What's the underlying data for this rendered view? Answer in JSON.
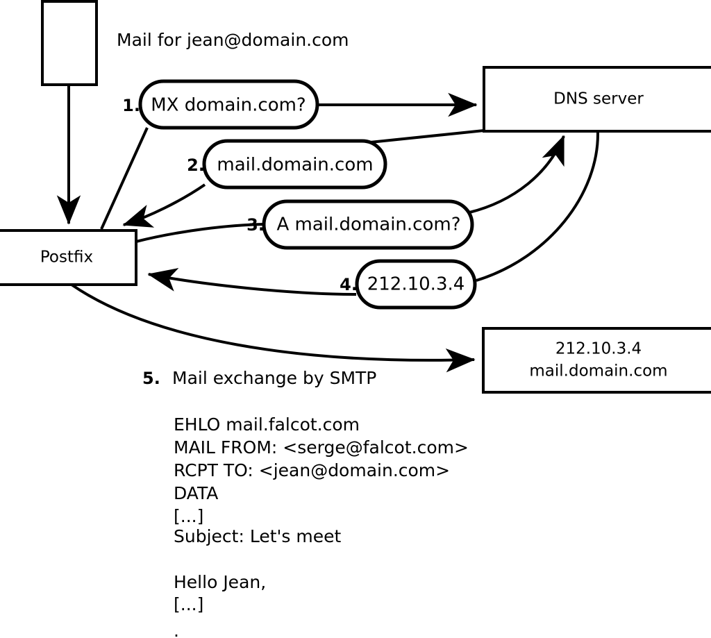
{
  "diagram": {
    "title_note": "Mail for jean@domain.com",
    "nodes": [
      {
        "id": "client",
        "label": ""
      },
      {
        "id": "postfix",
        "label": "Postfix"
      },
      {
        "id": "dns",
        "label": "DNS server"
      },
      {
        "id": "remote",
        "label_line1": "212.10.3.4",
        "label_line2": "mail.domain.com"
      }
    ],
    "steps": [
      {
        "num": "1.",
        "label": "MX domain.com?"
      },
      {
        "num": "2.",
        "label": "mail.domain.com"
      },
      {
        "num": "3.",
        "label": "A mail.domain.com?"
      },
      {
        "num": "4.",
        "label": "212.10.3.4"
      }
    ],
    "step5": {
      "num": "5.",
      "label": "Mail exchange by SMTP"
    },
    "smtp_transcript": [
      "EHLO mail.falcot.com",
      "MAIL FROM: <serge@falcot.com>",
      "RCPT TO: <jean@domain.com>",
      "DATA",
      "[...]",
      "Subject: Let's meet",
      "",
      "Hello Jean,",
      "[...]",
      "",
      "."
    ],
    "colors": {
      "stroke": "#000000",
      "fill": "#ffffff",
      "background": "#ffffff"
    }
  }
}
